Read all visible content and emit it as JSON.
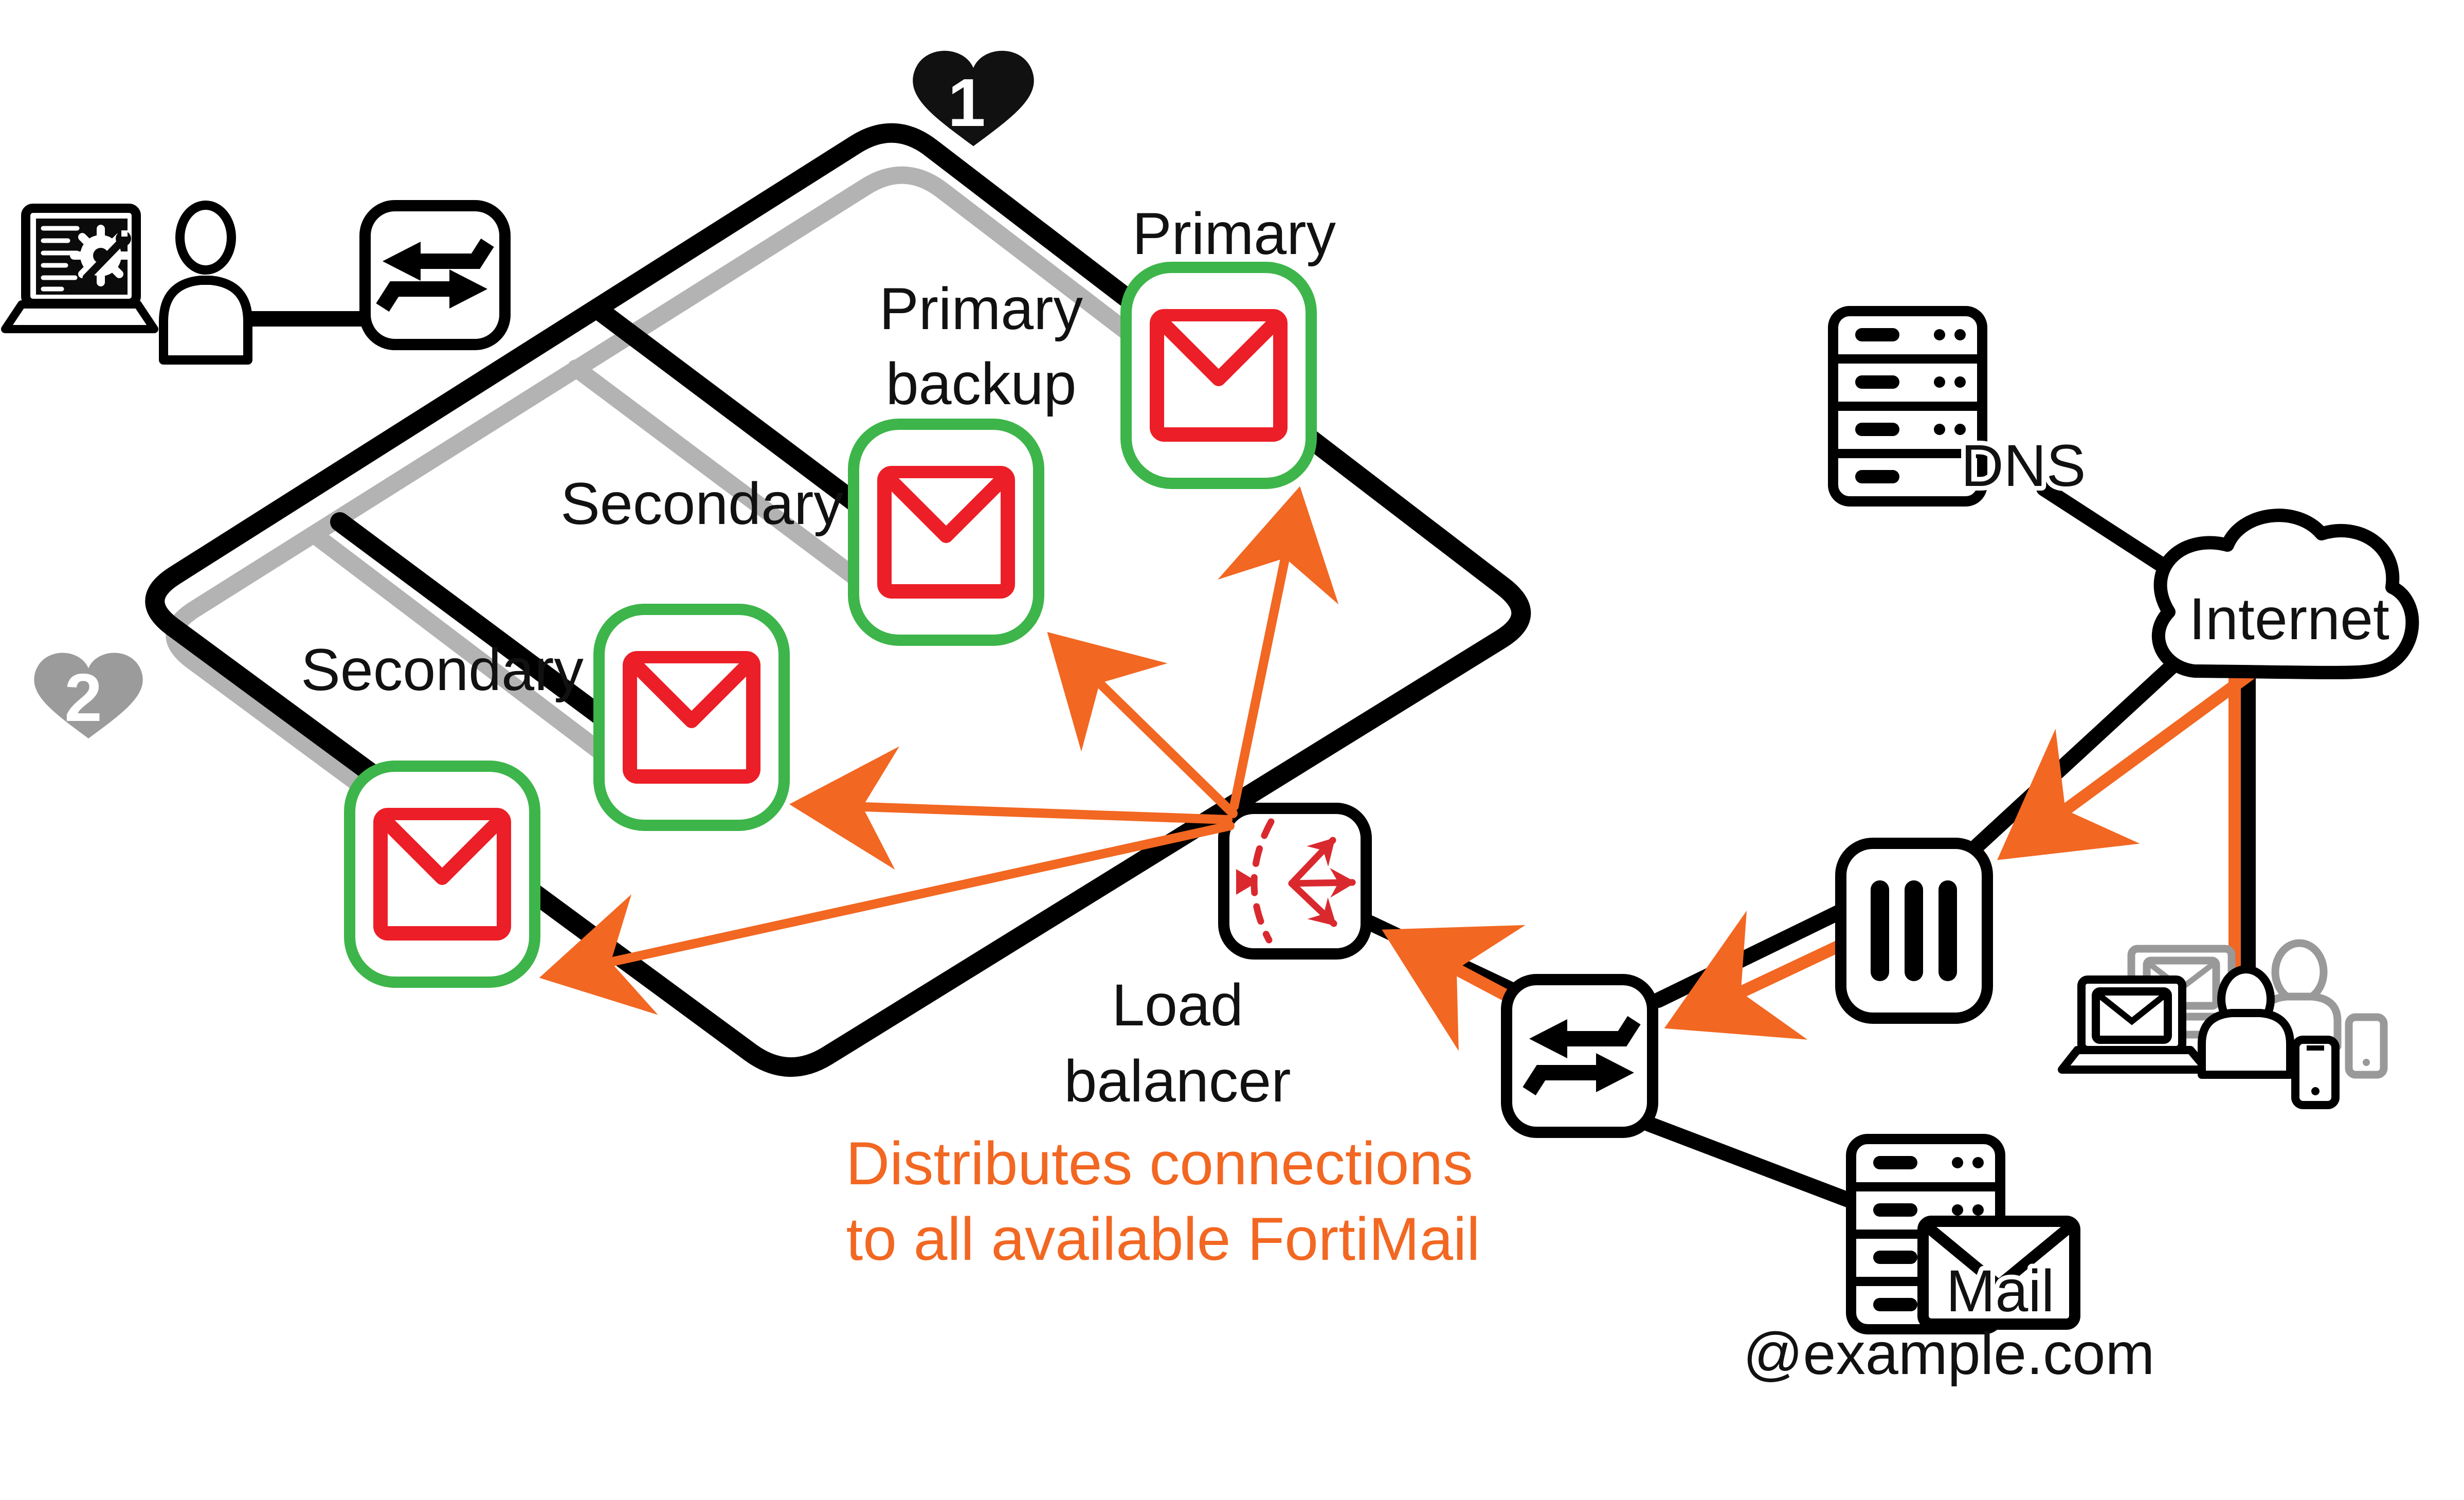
{
  "colors": {
    "orange": "#F26722",
    "mail_red": "#EC1E27",
    "mail_green": "#3DB54A",
    "ring_gray": "#B3B3B3",
    "black": "#000000",
    "lb_red": "#D9292F",
    "heart1_fill": "#111111",
    "heart2_fill": "#9B9B9B"
  },
  "nodes": {
    "primary": {
      "label": "Primary"
    },
    "primary_backup": {
      "line1": "Primary",
      "line2": "backup"
    },
    "secondary_upper": {
      "label": "Secondary"
    },
    "secondary_lower": {
      "label": "Secondary"
    },
    "load_balancer": {
      "line1": "Load",
      "line2": "balancer"
    },
    "dns": {
      "label": "DNS"
    },
    "internet": {
      "label": "Internet"
    },
    "mail_server": {
      "label": "Mail",
      "domain": "@example.com"
    }
  },
  "hearts": {
    "heartbeat_primary": "1",
    "heartbeat_secondary": "2"
  },
  "caption": {
    "line1": "Distributes connections",
    "line2": "to all available FortiMail"
  }
}
